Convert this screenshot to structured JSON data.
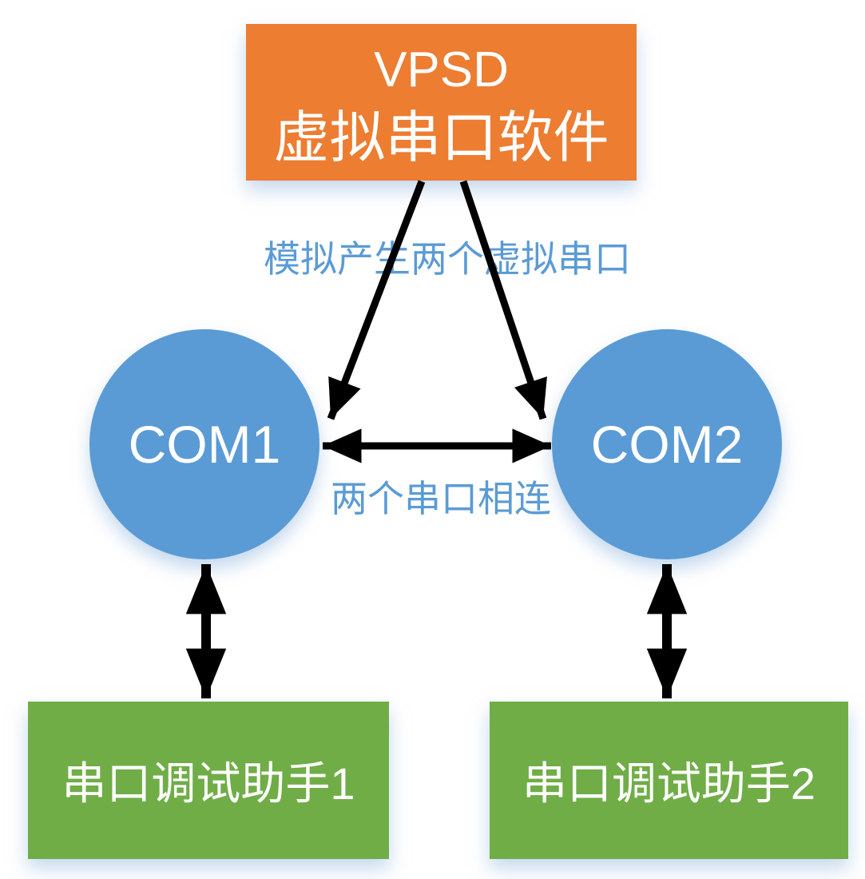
{
  "vpsd_box": {
    "line1": "VPSD",
    "line2": "虚拟串口软件"
  },
  "annotations": {
    "generate_label": "模拟产生两个虚拟串口",
    "connect_label": "两个串口相连"
  },
  "ports": {
    "com1": "COM1",
    "com2": "COM2"
  },
  "assistants": {
    "left": "串口调试助手1",
    "right": "串口调试助手2"
  },
  "connectors": [
    {
      "from": "vpsd",
      "to": "com1",
      "bidirectional": false
    },
    {
      "from": "vpsd",
      "to": "com2",
      "bidirectional": false
    },
    {
      "from": "com1",
      "to": "com2",
      "bidirectional": true
    },
    {
      "from": "com1",
      "to": "assistant1",
      "bidirectional": true
    },
    {
      "from": "com2",
      "to": "assistant2",
      "bidirectional": true
    }
  ],
  "colors": {
    "vpsd_box_fill": "#ED7D31",
    "port_fill": "#5B9BD5",
    "assistant_fill": "#70AD47",
    "annotation_text": "#5B9BD5",
    "node_text": "#FFFFFF",
    "arrow": "#000000",
    "background": "#FFFFFF",
    "shadow_tint": "#96B9E0"
  }
}
